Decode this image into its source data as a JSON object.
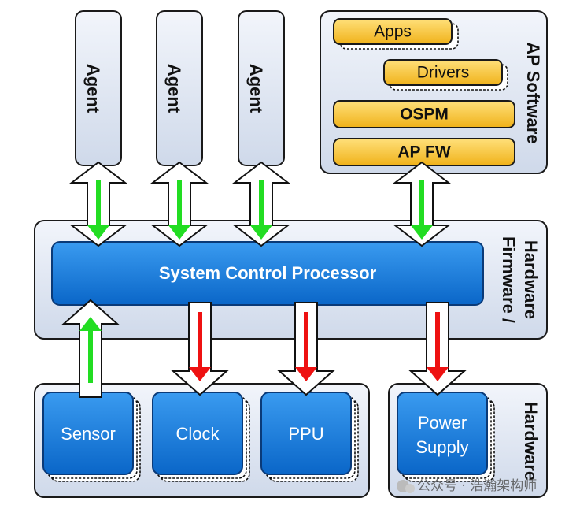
{
  "agents": [
    {
      "label": "Agent"
    },
    {
      "label": "Agent"
    },
    {
      "label": "Agent"
    }
  ],
  "ap_software": {
    "title": "AP Software",
    "layers": [
      "Apps",
      "Drivers",
      "OSPM",
      "AP FW"
    ]
  },
  "firmware_hardware": {
    "title": "Firmware / Hardware",
    "processor": "System Control Processor"
  },
  "hardware_devices": [
    "Sensor",
    "Clock",
    "PPU"
  ],
  "hardware_group": {
    "title": "Hardware",
    "device": "Power Supply"
  },
  "arrow_colors": {
    "up": "#22dd22",
    "down": "#ee1111"
  },
  "watermark": "公众号 · 浩瀚架构师"
}
